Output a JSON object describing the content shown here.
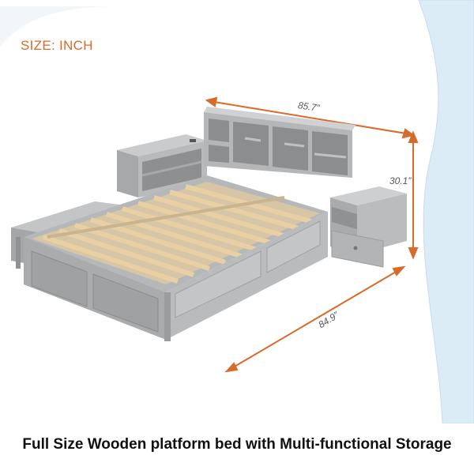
{
  "size_label": "SIZE: INCH",
  "dimensions": {
    "width": "85.7”",
    "height": "30.1”",
    "depth": "84.9”"
  },
  "caption": "Full Size Wooden platform bed with Multi-functional Storage",
  "colors": {
    "accent": "#d86a2a",
    "furniture": "#a9abad",
    "slats": "#e8cfa4",
    "background_curve": "#dcecf7"
  }
}
